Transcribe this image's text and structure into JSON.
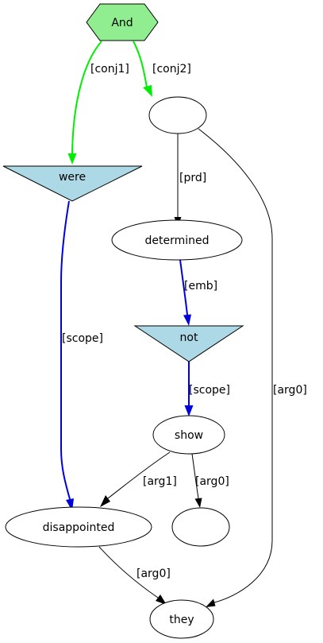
{
  "colors": {
    "background": "#ffffff",
    "conj_edge": "#00ee00",
    "scope_edge": "#0000dd",
    "default_edge": "#000000",
    "root_fill": "#90ee90",
    "operator_fill": "#add8e6",
    "node_fill": "#ffffff"
  },
  "nodes": {
    "and": {
      "label": "And",
      "shape": "hexagon"
    },
    "conj2": {
      "label": "",
      "shape": "ellipse"
    },
    "were": {
      "label": "were",
      "shape": "inverted-triangle"
    },
    "determined": {
      "label": "determined",
      "shape": "ellipse"
    },
    "not": {
      "label": "not",
      "shape": "inverted-triangle"
    },
    "show": {
      "label": "show",
      "shape": "ellipse"
    },
    "disappointed": {
      "label": "disappointed",
      "shape": "ellipse"
    },
    "show_arg0": {
      "label": "",
      "shape": "ellipse"
    },
    "they": {
      "label": "they",
      "shape": "ellipse"
    }
  },
  "edges": {
    "and_were": {
      "label": "[conj1]",
      "from": "And",
      "to": "were",
      "color": "green"
    },
    "and_conj2": {
      "label": "[conj2]",
      "from": "And",
      "to": "",
      "color": "green"
    },
    "conj2_determined": {
      "label": "[prd]",
      "from": "",
      "to": "determined",
      "color": "black"
    },
    "conj2_they": {
      "label": "[arg0]",
      "from": "",
      "to": "they",
      "color": "black"
    },
    "were_disappointed": {
      "label": "[scope]",
      "from": "were",
      "to": "disappointed",
      "color": "blue"
    },
    "determined_not": {
      "label": "[emb]",
      "from": "determined",
      "to": "not",
      "color": "blue"
    },
    "not_show": {
      "label": "[scope]",
      "from": "not",
      "to": "show",
      "color": "blue"
    },
    "show_disappointed": {
      "label": "[arg1]",
      "from": "show",
      "to": "disappointed",
      "color": "black"
    },
    "show_arg0": {
      "label": "[arg0]",
      "from": "show",
      "to": "",
      "color": "black"
    },
    "disappointed_they": {
      "label": "[arg0]",
      "from": "disappointed",
      "to": "they",
      "color": "black"
    }
  }
}
